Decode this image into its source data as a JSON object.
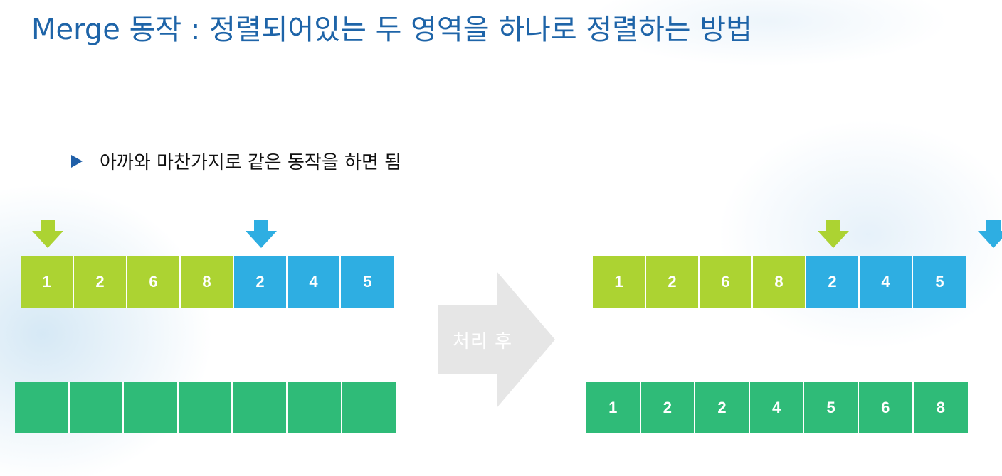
{
  "colors": {
    "title": "#1e64a8",
    "bullet_marker": "#1f5fa8",
    "left_block": "#acd332",
    "right_block": "#2eaee2",
    "result_block": "#2fbb78",
    "arrow_bg": "#e6e6e6"
  },
  "title": "Merge 동작 : 정렬되어있는 두 영역을 하나로 정렬하는 방법",
  "bullet": {
    "marker_icon": "triangle-right-icon",
    "text": "아까와 마찬가지로 같은 동작을 하면 됨"
  },
  "before": {
    "source_values": [
      "1",
      "2",
      "6",
      "8",
      "2",
      "4",
      "5"
    ],
    "source_groups": [
      "left",
      "left",
      "left",
      "left",
      "right",
      "right",
      "right"
    ],
    "left_pointer_index": 0,
    "right_pointer_index": 4,
    "result_values": [
      "",
      "",
      "",
      "",
      "",
      "",
      ""
    ]
  },
  "process_arrow": {
    "icon": "process-arrow-icon",
    "label": "처리 후"
  },
  "after": {
    "source_values": [
      "1",
      "2",
      "6",
      "8",
      "2",
      "4",
      "5"
    ],
    "source_groups": [
      "left",
      "left",
      "left",
      "left",
      "right",
      "right",
      "right"
    ],
    "left_pointer_index": 4,
    "right_pointer_index": 7,
    "result_values": [
      "1",
      "2",
      "2",
      "4",
      "5",
      "6",
      "8"
    ]
  }
}
